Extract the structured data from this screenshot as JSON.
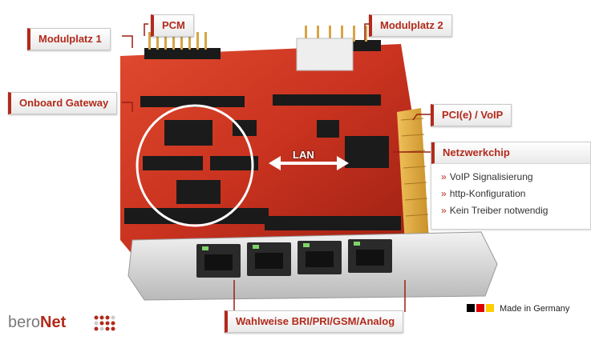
{
  "labels": {
    "pcm": "PCM",
    "modulplatz1": "Modulplatz 1",
    "modulplatz2": "Modulplatz 2",
    "onboard_gateway": "Onboard Gateway",
    "pci_voip": "PCI(e) / VoIP",
    "wahlweise": "Wahlweise BRI/PRI/GSM/Analog"
  },
  "board_text": {
    "lan": "LAN"
  },
  "netzwerkchip": {
    "title": "Netzwerkchip",
    "bullet": "»",
    "items": [
      "VoIP Signalisierung",
      "http-Konfiguration",
      "Kein Treiber notwendig"
    ]
  },
  "footer": {
    "made_in": "Made in Germany",
    "logo_part1": "bero",
    "logo_part2": "Net"
  },
  "colors": {
    "accent": "#b22a1b",
    "board_red": "#c8321f",
    "flag_black": "#000000",
    "flag_red": "#dd0000",
    "flag_gold": "#ffce00"
  }
}
